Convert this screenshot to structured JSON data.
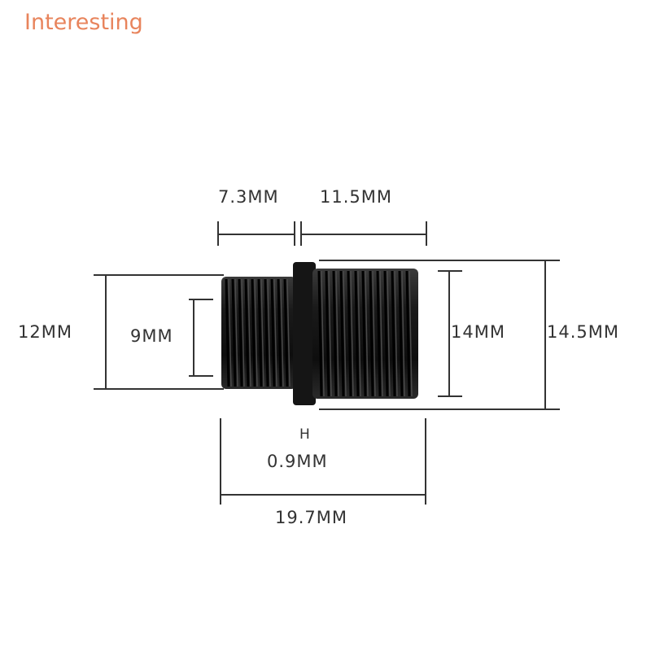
{
  "brand": {
    "name": "Interesting",
    "color": "#e8845c"
  },
  "diagram": {
    "part": "barrel-thread-adapter",
    "body_color": "#1a1a1a",
    "line_color": "#333333",
    "dimensions": {
      "small_thread_length": "7.3MM",
      "large_thread_length": "11.5MM",
      "small_thread_outer": "12MM",
      "small_thread_inner": "9MM",
      "large_thread_inner": "14MM",
      "large_thread_outer": "14.5MM",
      "pitch_label": "H",
      "pitch": "0.9MM",
      "total_length": "19.7MM"
    }
  }
}
